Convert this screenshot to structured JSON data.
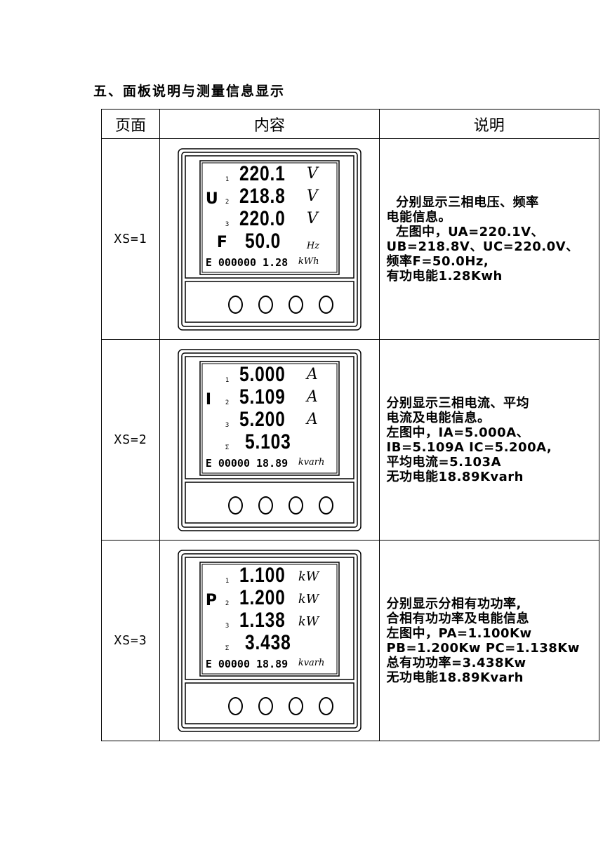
{
  "heading": "五、面板说明与测量信息显示",
  "table": {
    "headers": [
      "页面",
      "内容",
      "说明"
    ],
    "rows": [
      {
        "page": "XS=1",
        "meter": {
          "symbol": "U",
          "lines": [
            {
              "phase": "1",
              "value": "220.1",
              "unit": "V"
            },
            {
              "phase": "2",
              "value": "218.8",
              "unit": "V"
            },
            {
              "phase": "3",
              "value": "220.0",
              "unit": "V"
            },
            {
              "phase": "F",
              "value": "50.0",
              "unit": "Hz"
            }
          ],
          "energy_symbol": "E",
          "energy_value": "000000 1.28",
          "energy_unit": "kWh"
        },
        "desc": [
          "  分别显示三相电压、频率",
          "电能信息。",
          "  左图中，UA=220.1V、",
          "UB=218.8V、UC=220.0V、",
          "频率F=50.0Hz,",
          "有功电能1.28Kwh"
        ]
      },
      {
        "page": "XS=2",
        "meter": {
          "symbol": "I",
          "lines": [
            {
              "phase": "1",
              "value": "5.000",
              "unit": "A"
            },
            {
              "phase": "2",
              "value": "5.109",
              "unit": "A"
            },
            {
              "phase": "3",
              "value": "5.200",
              "unit": "A"
            },
            {
              "phase": "Σ",
              "value": "5.103",
              "unit": ""
            }
          ],
          "energy_symbol": "E",
          "energy_value": "00000 18.89",
          "energy_unit": "kvarh"
        },
        "desc": [
          "分别显示三相电流、平均",
          "电流及电能信息。",
          "左图中，IA=5.000A、",
          "IB=5.109A IC=5.200A,",
          "平均电流=5.103A",
          "无功电能18.89Kvarh"
        ]
      },
      {
        "page": "XS=3",
        "meter": {
          "symbol": "P",
          "lines": [
            {
              "phase": "1",
              "value": "1.100",
              "unit": "kW"
            },
            {
              "phase": "2",
              "value": "1.200",
              "unit": "kW"
            },
            {
              "phase": "3",
              "value": "1.138",
              "unit": "kW"
            },
            {
              "phase": "Σ",
              "value": "3.438",
              "unit": ""
            }
          ],
          "energy_symbol": "E",
          "energy_value": "00000 18.89",
          "energy_unit": "kvarh"
        },
        "desc": [
          "分别显示分相有功功率,",
          "合相有功功率及电能信息",
          "左图中，PA=1.100Kw",
          "PB=1.200Kw PC=1.138Kw",
          "总有功功率=3.438Kw",
          "无功电能18.89Kvarh"
        ]
      }
    ]
  }
}
